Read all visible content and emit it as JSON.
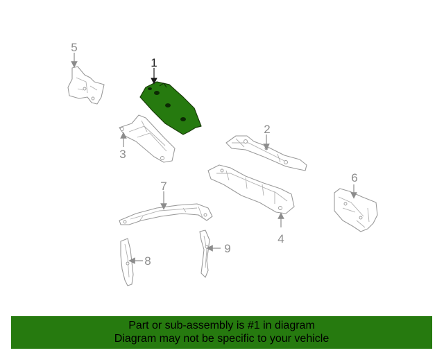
{
  "diagram": {
    "callouts": [
      {
        "id": "1",
        "label": "1",
        "highlighted": true
      },
      {
        "id": "2",
        "label": "2",
        "highlighted": false
      },
      {
        "id": "3",
        "label": "3",
        "highlighted": false
      },
      {
        "id": "4",
        "label": "4",
        "highlighted": false
      },
      {
        "id": "5",
        "label": "5",
        "highlighted": false
      },
      {
        "id": "6",
        "label": "6",
        "highlighted": false
      },
      {
        "id": "7",
        "label": "7",
        "highlighted": false
      },
      {
        "id": "8",
        "label": "8",
        "highlighted": false
      },
      {
        "id": "9",
        "label": "9",
        "highlighted": false
      }
    ],
    "highlight_color": "#267a0f",
    "part_outline_color": "#9a9a9a"
  },
  "banner": {
    "line1": "Part or sub-assembly is #1 in diagram",
    "line2": "Diagram may not be specific to your vehicle",
    "background": "#267a0f"
  }
}
